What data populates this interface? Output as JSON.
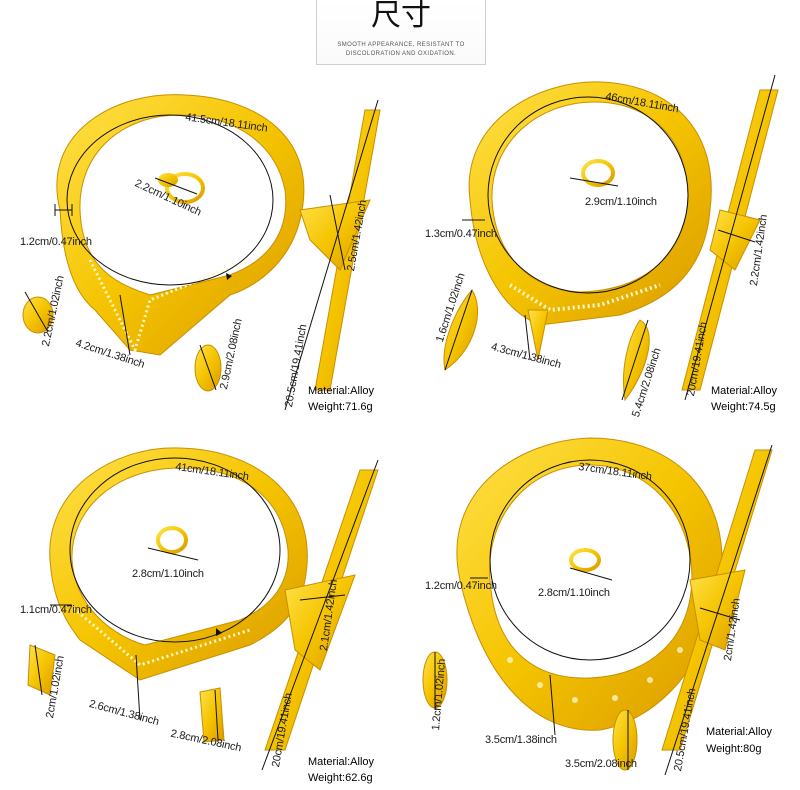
{
  "header": {
    "title": "尺寸",
    "subtitle_line1": "SMOOTH APPEARANCE, RESISTANT TO",
    "subtitle_line2": "DISCOLORATION AND OXIDATION."
  },
  "colors": {
    "gold": "#f5c400",
    "gold_dark": "#c98f00",
    "line": "#111111"
  },
  "panels": [
    {
      "necklace": "41.5cm/18.11inch",
      "ring": "2.2cm/1.10inch",
      "necklace_width": "1.2cm/0.47inch",
      "pendant": "4.2cm/1.38inch",
      "earring_width": "2.2cm/1.02inch",
      "earring_length": "2.9cm/2.08inch",
      "bracelet_width": "2.5cm/1.42inch",
      "bracelet_length": "20.5cm/19.41inch",
      "material": "Material:Alloy",
      "weight": "Weight:71.6g"
    },
    {
      "necklace": "46cm/18.11inch",
      "ring": "2.9cm/1.10inch",
      "necklace_width": "1.3cm/0.47inch",
      "pendant": "4.3cm/1.38inch",
      "earring_width": "1.6cm/1.02inch",
      "earring_length": "5.4cm/2.08inch",
      "bracelet_width": "2.2cm/1.42inch",
      "bracelet_length": "20cm/19.41inch",
      "material": "Material:Alloy",
      "weight": "Weight:74.5g"
    },
    {
      "necklace": "41cm/18.11inch",
      "ring": "2.8cm/1.10inch",
      "necklace_width": "1.1cm/0.47inch",
      "pendant": "2.6cm/1.38inch",
      "earring_width": "2cm/1.02inch",
      "earring_length": "2.8cm/2.08inch",
      "bracelet_width": "2.1cm/1.42inch",
      "bracelet_length": "20cm/19.41inch",
      "material": "Material:Alloy",
      "weight": "Weight:62.6g"
    },
    {
      "necklace": "37cm/18.11inch",
      "ring": "2.8cm/1.10inch",
      "necklace_width": "1.2cm/0.47inch",
      "pendant": "3.5cm/1.38inch",
      "earring_width": "1.2cm/1.02inch",
      "earring_length": "3.5cm/2.08inch",
      "bracelet_width": "2cm/1.42inch",
      "bracelet_length": "20.5cm/19.41inch",
      "material": "Material:Alloy",
      "weight": "Weight:80g"
    }
  ]
}
